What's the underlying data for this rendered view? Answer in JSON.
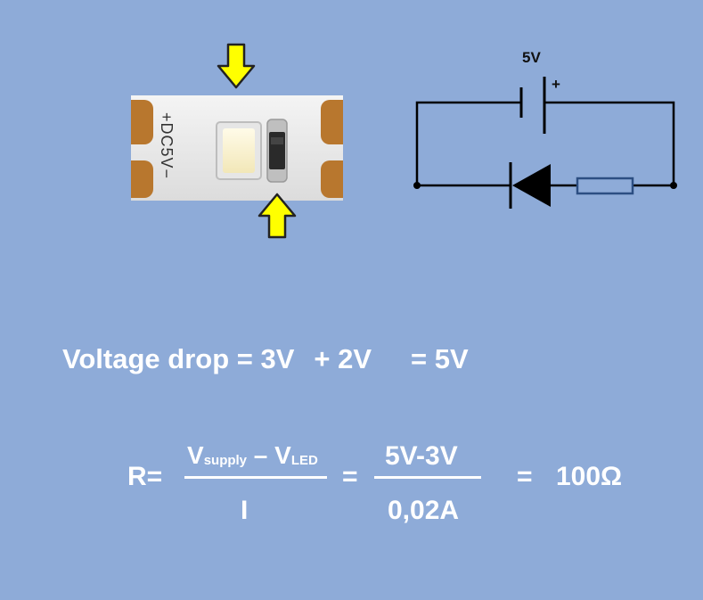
{
  "strip": {
    "label": "+DC5V−",
    "arrow_color": "#ffff00",
    "pad_color": "#b8772e"
  },
  "circuit": {
    "supply_label": "5V",
    "plus_label": "+"
  },
  "voltage_drop": {
    "lead": "Voltage drop = 3V",
    "plus_part": "+ 2V",
    "result": "=  5V"
  },
  "resistor_formula": {
    "lhs": "R=",
    "num1_main_a": "V",
    "num1_sub_a": "supply",
    "num1_minus": " – ",
    "num1_main_b": "V",
    "num1_sub_b": "LED",
    "den1": "I",
    "eq1": "=",
    "num2": "5V-3V",
    "den2": "0,02A",
    "eq2": "=",
    "result": "100Ω"
  }
}
